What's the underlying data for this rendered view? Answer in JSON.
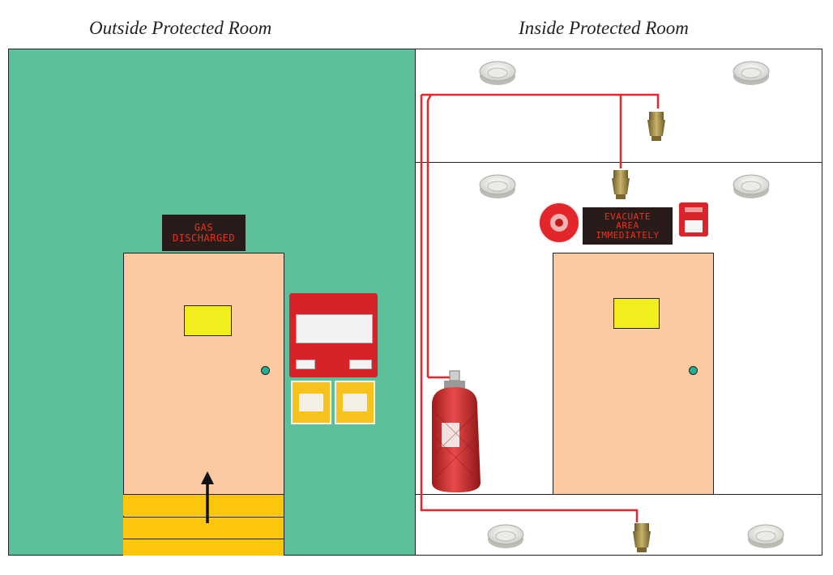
{
  "titles": {
    "outside": "Outside Protected Room",
    "inside": "Inside Protected Room"
  },
  "signs": {
    "gas_discharged": {
      "lines": [
        "GAS",
        "DISCHARGED"
      ]
    },
    "evacuate": {
      "lines": [
        "EVACUATE",
        "AREA",
        "IMMEDIATELY"
      ]
    }
  },
  "colors": {
    "outside_room": "#5cc09a",
    "inside_room": "#ffffff",
    "door": "#fbc9a2",
    "door_window": "#f2ee1e",
    "pipe": "#e8242c",
    "sign_background": "#2a1b1b",
    "sign_text": "#e8321e",
    "stairs": "#fcc60c",
    "control_panel": "#d8222a"
  },
  "icons": {
    "smoke_detector": "smoke-detector-icon",
    "nozzle": "discharge-nozzle-icon",
    "bell": "alarm-bell-icon",
    "strobe": "strobe-sounder-icon",
    "cylinder": "agent-cylinder-icon",
    "control_panel": "fire-control-panel-icon",
    "manual_release": "manual-release-station-icon",
    "abort_switch": "abort-switch-icon",
    "arrow": "up-arrow-icon"
  }
}
